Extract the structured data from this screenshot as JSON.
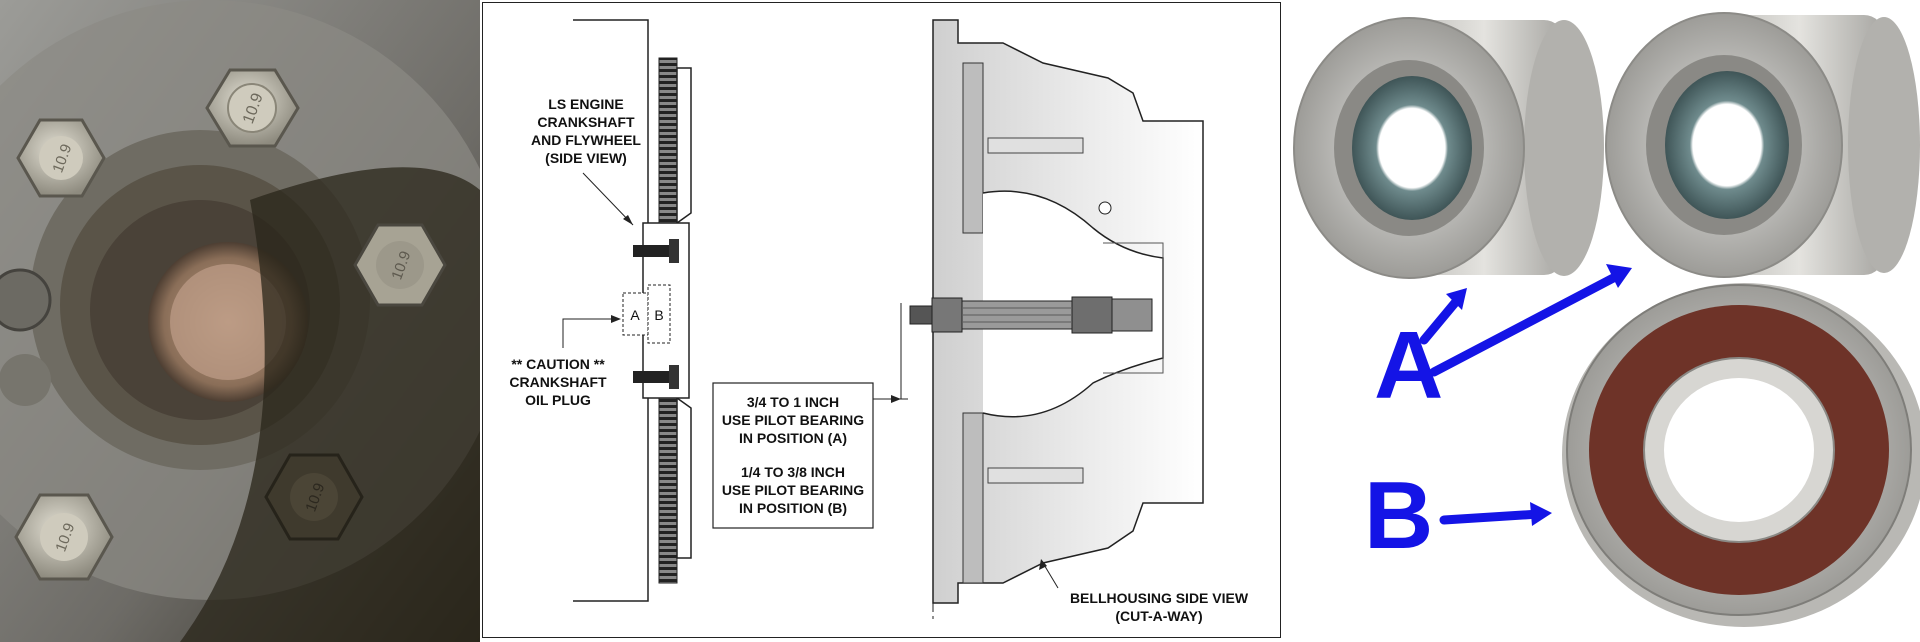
{
  "photo": {
    "bolt_head_marking": "10.9"
  },
  "diagram": {
    "engine_label": {
      "lines": [
        "LS ENGINE",
        "CRANKSHAFT",
        "AND FLYWHEEL",
        "(SIDE VIEW)"
      ]
    },
    "position_a_label": "A",
    "position_b_label": "B",
    "caution_label": {
      "lines": [
        "** CAUTION **",
        "CRANKSHAFT",
        "OIL PLUG"
      ]
    },
    "spec_box": {
      "line1": "3/4 TO 1 INCH",
      "line2": "USE PILOT BEARING",
      "line3": "IN POSITION (A)",
      "line4": "1/4 TO 3/8 INCH",
      "line5": "USE PILOT BEARING",
      "line6": "IN POSITION (B)"
    },
    "bellhousing_label": {
      "lines": [
        "BELLHOUSING SIDE VIEW",
        "(CUT-A-WAY)"
      ]
    }
  },
  "bearings": {
    "label_a": "A",
    "label_b": "B",
    "annotation_color": "#1414e6"
  }
}
